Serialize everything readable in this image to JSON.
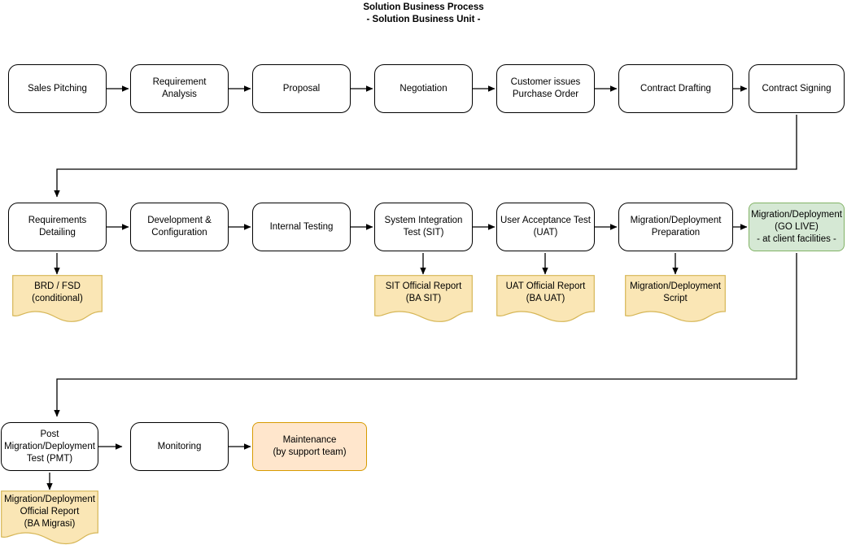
{
  "diagram": {
    "title_line1": "Solution Business Process",
    "title_line2": "- Solution Business Unit -",
    "colors": {
      "process_fill": "#ffffff",
      "process_stroke": "#000000",
      "golive_fill": "#d5e8d4",
      "golive_stroke": "#82b366",
      "maintenance_fill": "#ffe6cc",
      "maintenance_stroke": "#d79b00",
      "document_fill": "#fae6b5",
      "document_stroke": "#d6b656",
      "edge_stroke": "#000000"
    },
    "rows": {
      "row1": [
        {
          "id": "sales-pitching",
          "label": "Sales Pitching"
        },
        {
          "id": "requirement-analysis",
          "label": "Requirement\nAnalysis"
        },
        {
          "id": "proposal",
          "label": "Proposal"
        },
        {
          "id": "negotiation",
          "label": "Negotiation"
        },
        {
          "id": "customer-issues-purchase-order",
          "label": "Customer issues\nPurchase Order"
        },
        {
          "id": "contract-drafting",
          "label": "Contract Drafting"
        },
        {
          "id": "contract-signing",
          "label": "Contract Signing"
        }
      ],
      "row2": [
        {
          "id": "requirements-detailing",
          "label": "Requirements\nDetailing"
        },
        {
          "id": "development-configuration",
          "label": "Development &\nConfiguration"
        },
        {
          "id": "internal-testing",
          "label": "Internal Testing"
        },
        {
          "id": "system-integration-test",
          "label": "System Integration\nTest (SIT)"
        },
        {
          "id": "user-acceptance-test",
          "label": "User Acceptance Test\n(UAT)"
        },
        {
          "id": "migration-deployment-preparation",
          "label": "Migration/Deployment\nPreparation"
        },
        {
          "id": "migration-deployment-go-live",
          "label": "Migration/Deployment\n(GO LIVE)\n- at client facilities -"
        }
      ],
      "row3": [
        {
          "id": "post-migration-deployment-test",
          "label": "Post\nMigration/Deployment\nTest (PMT)"
        },
        {
          "id": "monitoring",
          "label": "Monitoring"
        },
        {
          "id": "maintenance",
          "label": "Maintenance\n(by support team)"
        }
      ]
    },
    "documents": [
      {
        "id": "brd-fsd",
        "label": "BRD / FSD\n(conditional)"
      },
      {
        "id": "sit-official-report",
        "label": "SIT Official Report\n(BA SIT)"
      },
      {
        "id": "uat-official-report",
        "label": "UAT Official Report\n(BA UAT)"
      },
      {
        "id": "migration-deployment-script",
        "label": "Migration/Deployment\nScript"
      },
      {
        "id": "migration-deployment-official-report",
        "label": "Migration/Deployment\nOfficial Report\n(BA Migrasi)"
      }
    ]
  }
}
